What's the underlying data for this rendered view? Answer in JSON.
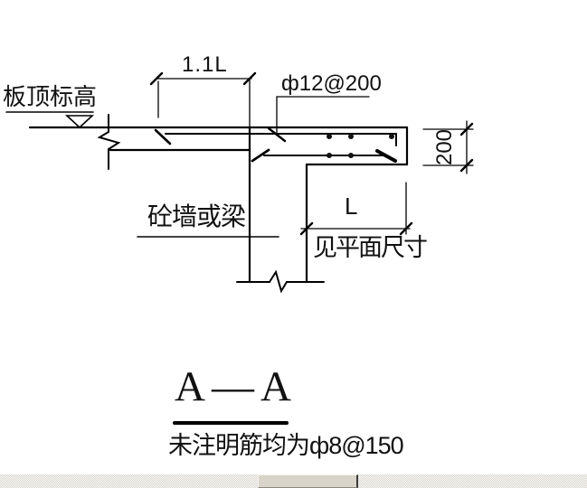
{
  "canvas": {
    "background": "#ffffff",
    "line_color": "#000000"
  },
  "drawing": {
    "elevation_label": "板顶标高",
    "span_dimension": "1.1L",
    "top_rebar_label": "ф12@200",
    "depth_dimension": "200",
    "support_label": "砼墙或梁",
    "cantilever_dimension": "L",
    "cantilever_dimension_note": "见平面尺寸",
    "section_title": "A—A",
    "general_note": "未注明筋均为ф8@150"
  },
  "scrollbar": {
    "orientation": "horizontal",
    "track_color": "#d4d0c8",
    "thumb_color": "#d8d4ca"
  }
}
